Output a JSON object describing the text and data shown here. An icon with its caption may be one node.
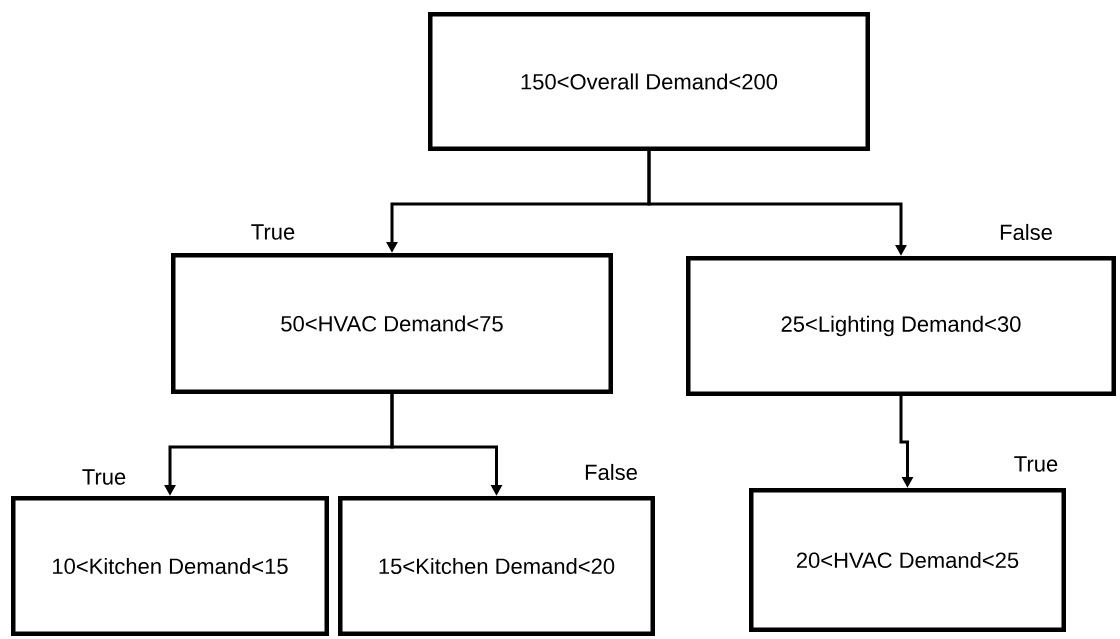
{
  "diagram": {
    "nodes": [
      {
        "text": [
          "150<Overall Demand<200"
        ]
      },
      {
        "text": [
          "50<HVAC Demand<75"
        ]
      },
      {
        "text": [
          "25<Lighting Demand<30"
        ]
      },
      {
        "text": [
          "10<Kitchen Demand<15"
        ]
      },
      {
        "text": [
          "15<Kitchen Demand<20"
        ]
      },
      {
        "text": [
          "20<HVAC Demand<25"
        ]
      }
    ],
    "edges": [
      {
        "from": 0,
        "to": 1,
        "arrow": "to",
        "label": "True"
      },
      {
        "from": 0,
        "to": 2,
        "arrow": "to",
        "label": "False"
      },
      {
        "from": 1,
        "to": 3,
        "arrow": "to",
        "label": "True"
      },
      {
        "from": 1,
        "to": 4,
        "arrow": "to",
        "label": "False"
      },
      {
        "from": 2,
        "to": 5,
        "arrow": "to",
        "label": "True"
      }
    ]
  }
}
